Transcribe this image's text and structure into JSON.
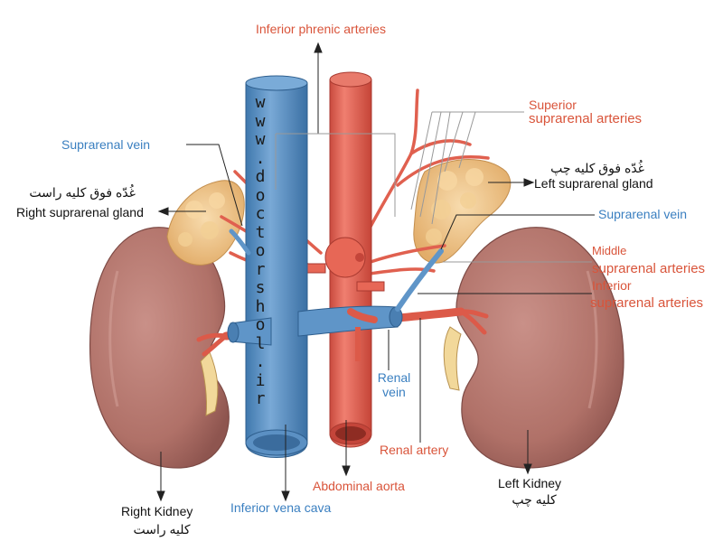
{
  "labels": {
    "inferior_phrenic": "Inferior phrenic arteries",
    "superior_1": "Superior",
    "superior_2": "suprarenal arteries",
    "suprarenal_vein_right": "Suprarenal vein",
    "suprarenal_vein_left": "Suprarenal vein",
    "left_gland_fa": "غُدّه فوق کلیه چپ",
    "left_gland_en": "Left suprarenal gland",
    "right_gland_fa": "غُدّه فوق کلیه راست",
    "right_gland_en": "Right suprarenal gland",
    "middle_1": "Middle",
    "middle_2": "suprarenal arteries",
    "inferior_1": "Inferior",
    "inferior_2": "suprarenal arteries",
    "renal_vein_1": "Renal",
    "renal_vein_2": "vein",
    "renal_artery": "Renal artery",
    "abdominal_aorta": "Abdominal aorta",
    "inferior_vena_cava": "Inferior vena cava",
    "left_kidney_en": "Left Kidney",
    "left_kidney_fa": "کلیه چپ",
    "right_kidney_en": "Right Kidney",
    "right_kidney_fa": "کلیه راست"
  },
  "watermark": "www.doctorshol.ir",
  "colors": {
    "artery_label": "#d9543a",
    "vein_label": "#3a7fc0",
    "kidney": "#b57a72",
    "gland": "#f1c98f",
    "aorta": "#e4685a",
    "vena_cava": "#5a92c8"
  }
}
